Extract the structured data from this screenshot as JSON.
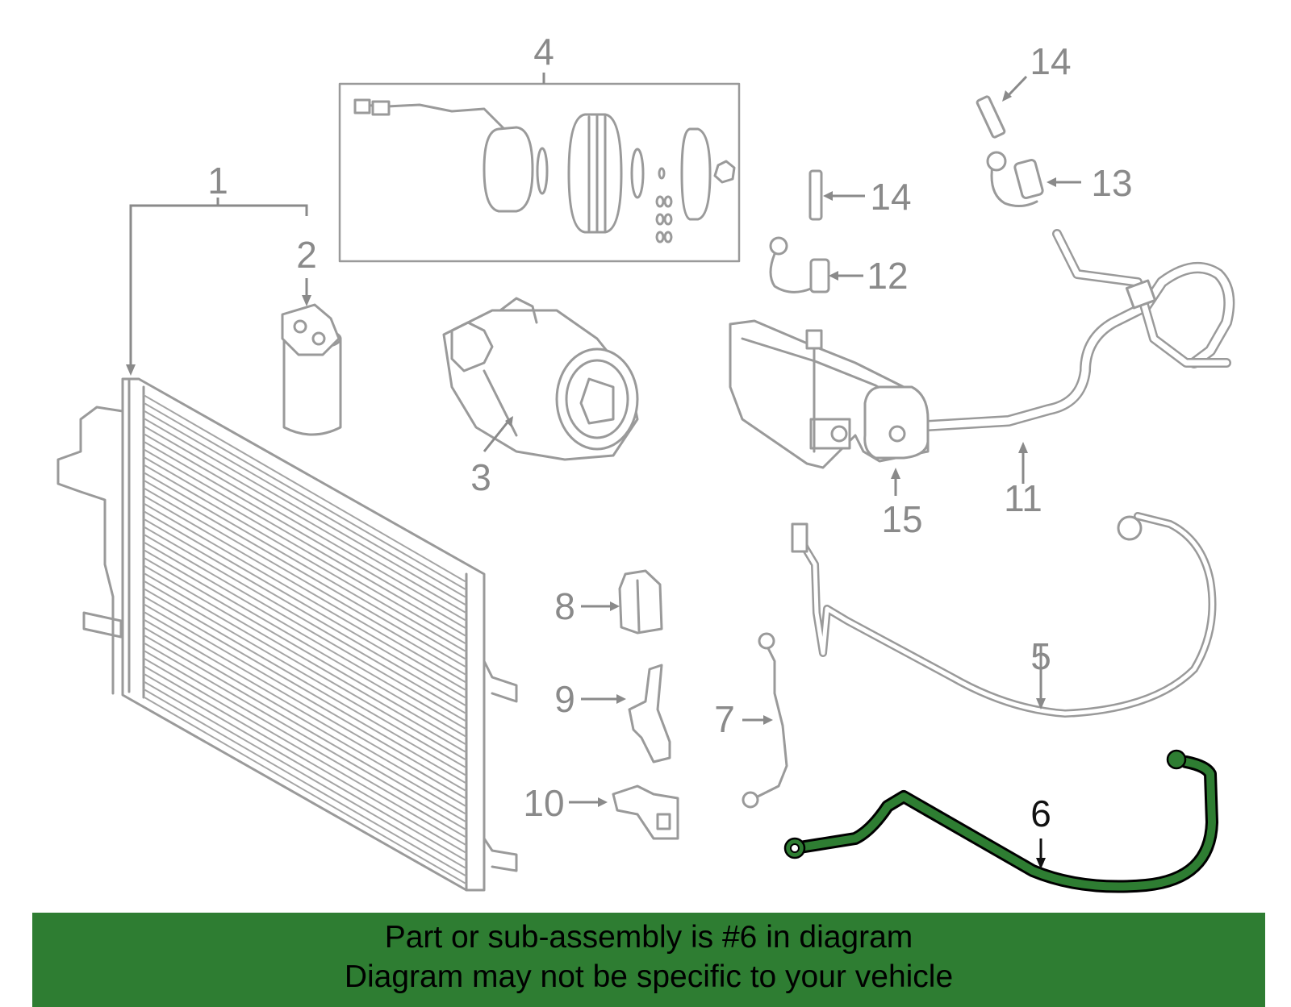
{
  "diagram": {
    "callouts": [
      {
        "id": "1",
        "label": "1"
      },
      {
        "id": "2",
        "label": "2"
      },
      {
        "id": "3",
        "label": "3"
      },
      {
        "id": "4",
        "label": "4"
      },
      {
        "id": "5",
        "label": "5"
      },
      {
        "id": "6",
        "label": "6"
      },
      {
        "id": "7",
        "label": "7"
      },
      {
        "id": "8",
        "label": "8"
      },
      {
        "id": "9",
        "label": "9"
      },
      {
        "id": "10",
        "label": "10"
      },
      {
        "id": "11",
        "label": "11"
      },
      {
        "id": "12",
        "label": "12"
      },
      {
        "id": "13",
        "label": "13"
      },
      {
        "id": "14a",
        "label": "14"
      },
      {
        "id": "14b",
        "label": "14"
      },
      {
        "id": "15",
        "label": "15"
      }
    ],
    "highlighted_part": "6",
    "highlight_color": "#2e7d32",
    "line_color": "#9a9a9a"
  },
  "banner": {
    "line1": "Part or sub-assembly is #6 in diagram",
    "line2": "Diagram may not be specific to your vehicle",
    "background": "#2e7d32"
  }
}
